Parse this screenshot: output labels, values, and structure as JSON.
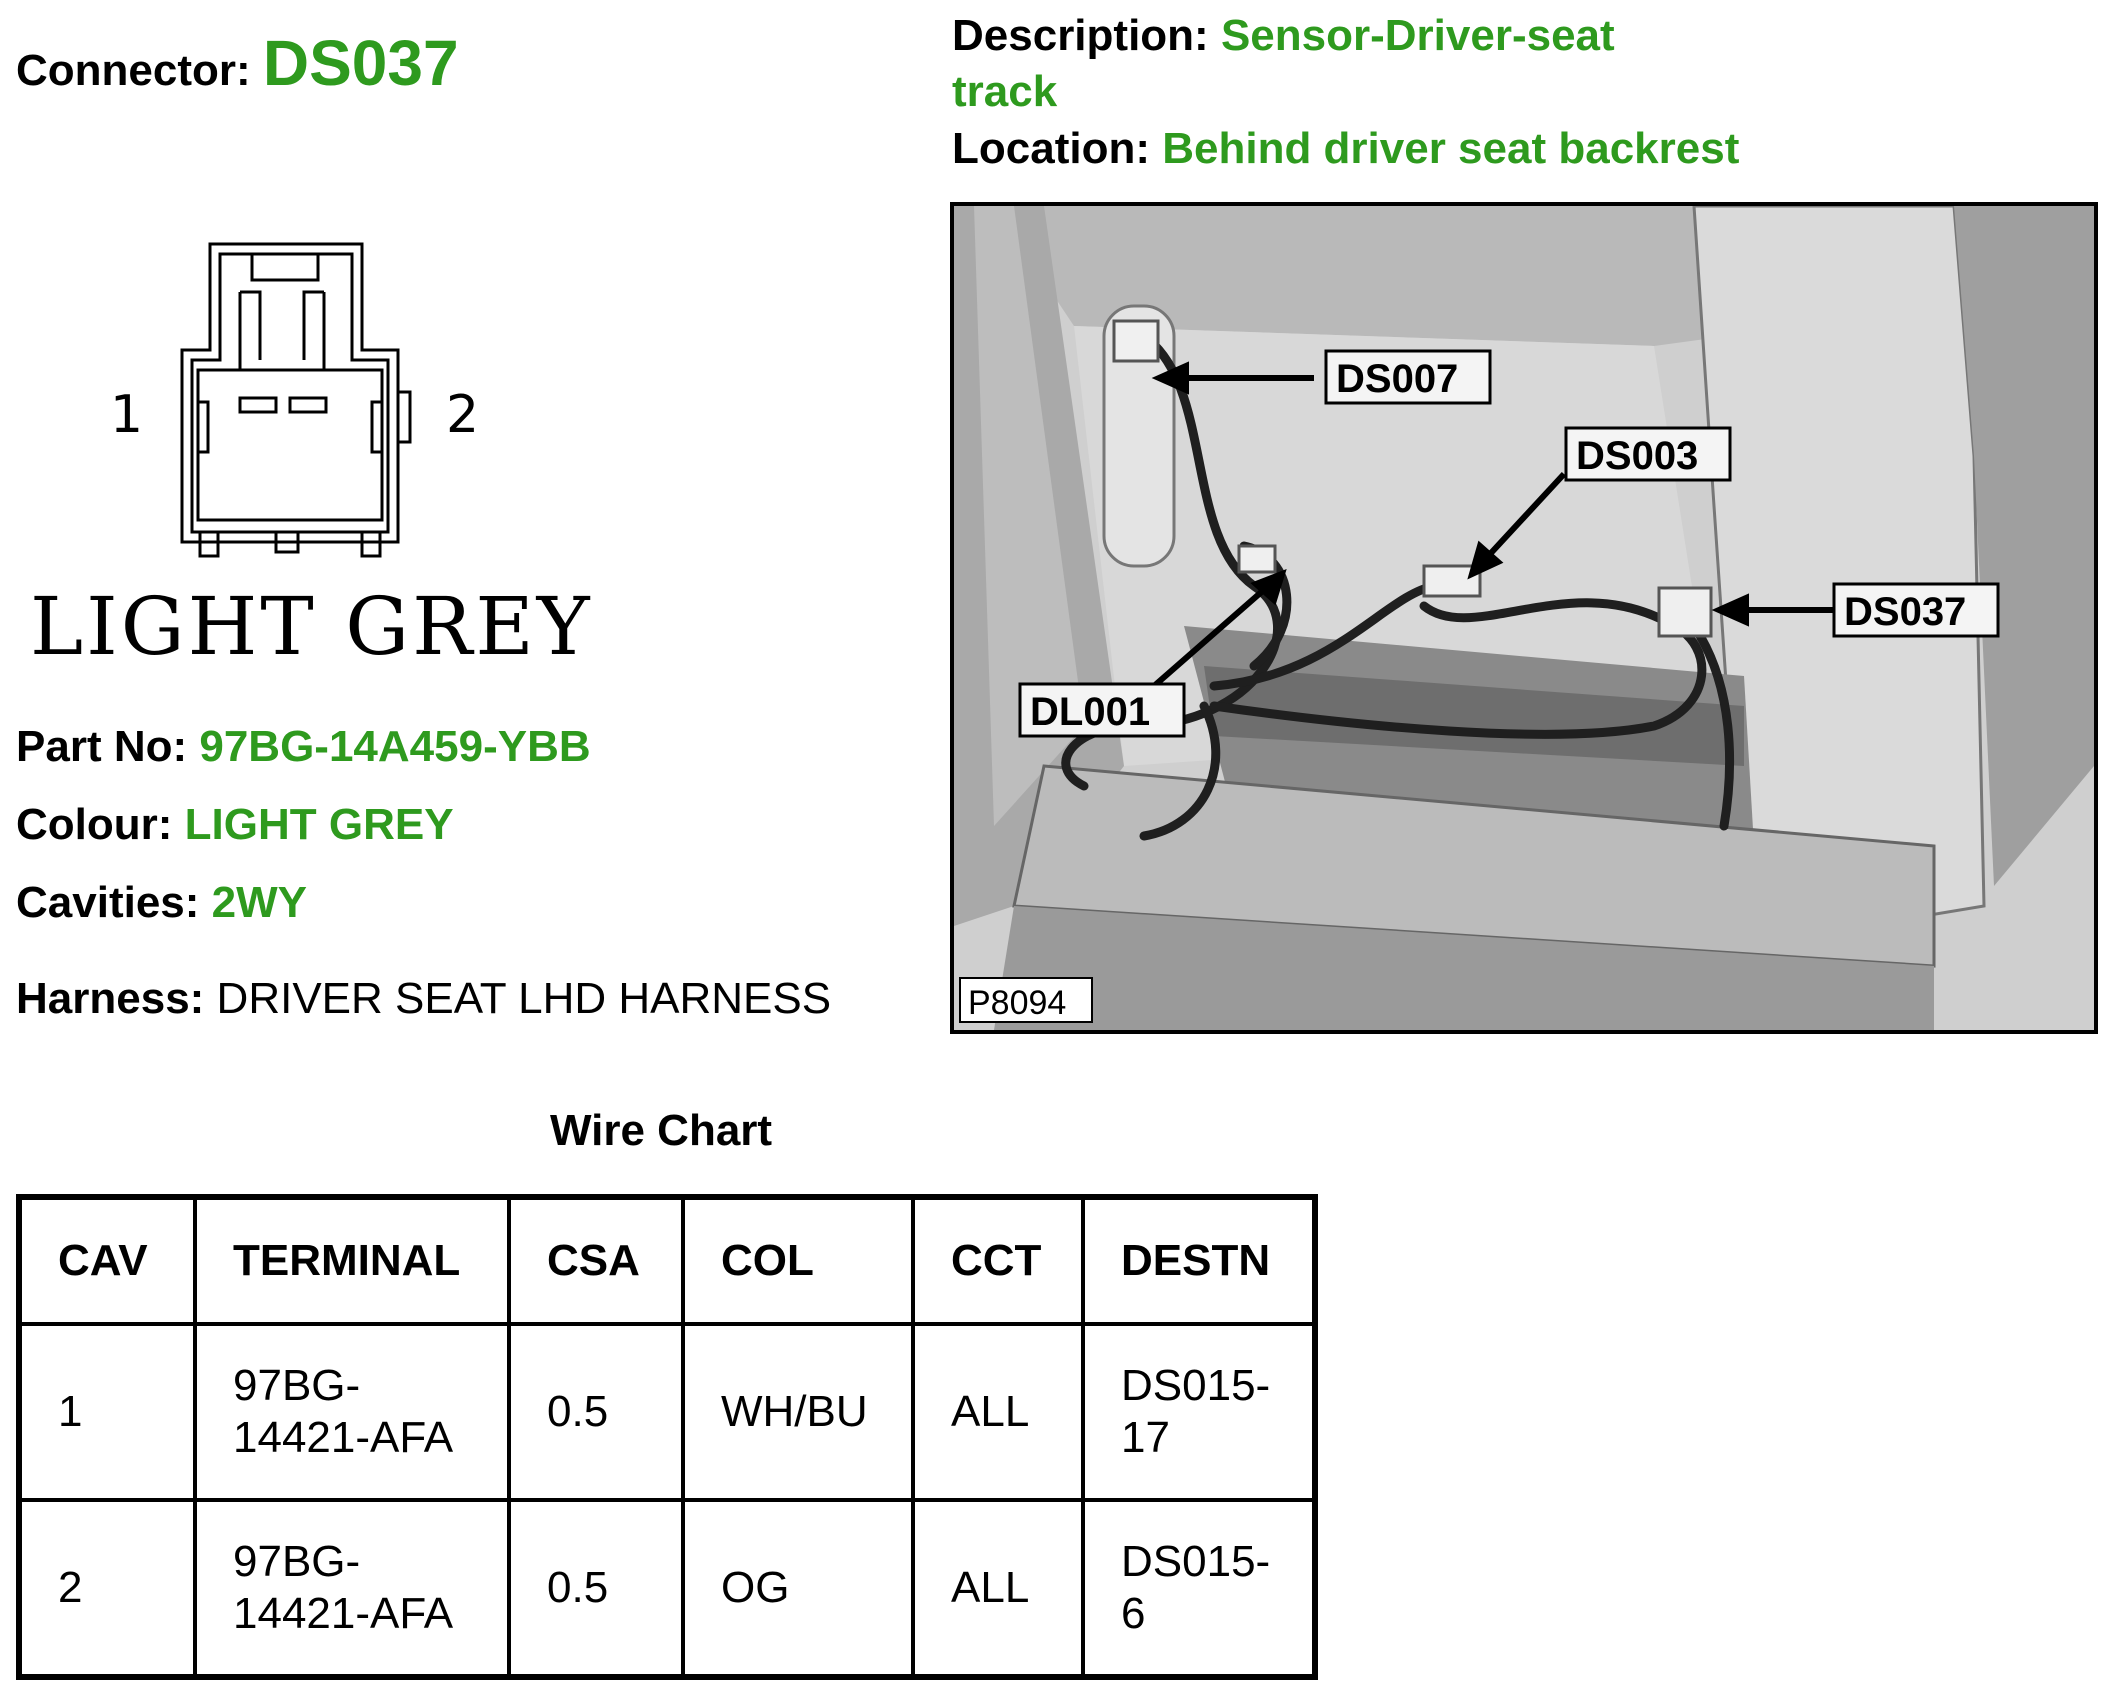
{
  "header": {
    "connector_label": "Connector:",
    "connector_value": "DS037",
    "description_label": "Description:",
    "description_value_line1": "Sensor-Driver-seat",
    "description_value_line2": "track",
    "location_label": "Location:",
    "location_value": "Behind driver seat backrest"
  },
  "pinout": {
    "pin_left": "1",
    "pin_right": "2",
    "colour_caption": "LIGHT GREY"
  },
  "details": {
    "partno_label": "Part No:",
    "partno_value": "97BG-14A459-YBB",
    "colour_label": "Colour:",
    "colour_value": "LIGHT GREY",
    "cavities_label": "Cavities:",
    "cavities_value": "2WY",
    "harness_label": "Harness:",
    "harness_value": "DRIVER SEAT LHD HARNESS"
  },
  "photo": {
    "callouts": [
      "DS007",
      "DS003",
      "DS037",
      "DL001"
    ],
    "figure_id": "P8094"
  },
  "wire_chart": {
    "title": "Wire Chart",
    "headers": [
      "CAV",
      "TERMINAL",
      "CSA",
      "COL",
      "CCT",
      "DESTN"
    ],
    "rows": [
      {
        "cav": "1",
        "terminal_l1": "97BG-",
        "terminal_l2": "14421-AFA",
        "csa": "0.5",
        "col": "WH/BU",
        "cct": "ALL",
        "destn_l1": "DS015-",
        "destn_l2": "17"
      },
      {
        "cav": "2",
        "terminal_l1": "97BG-",
        "terminal_l2": "14421-AFA",
        "csa": "0.5",
        "col": "OG",
        "cct": "ALL",
        "destn_l1": "DS015-",
        "destn_l2": "6"
      }
    ]
  },
  "colors": {
    "accent_green": "#2e9a1e",
    "text": "#000000",
    "photo_grey": "#c8c8c8"
  }
}
